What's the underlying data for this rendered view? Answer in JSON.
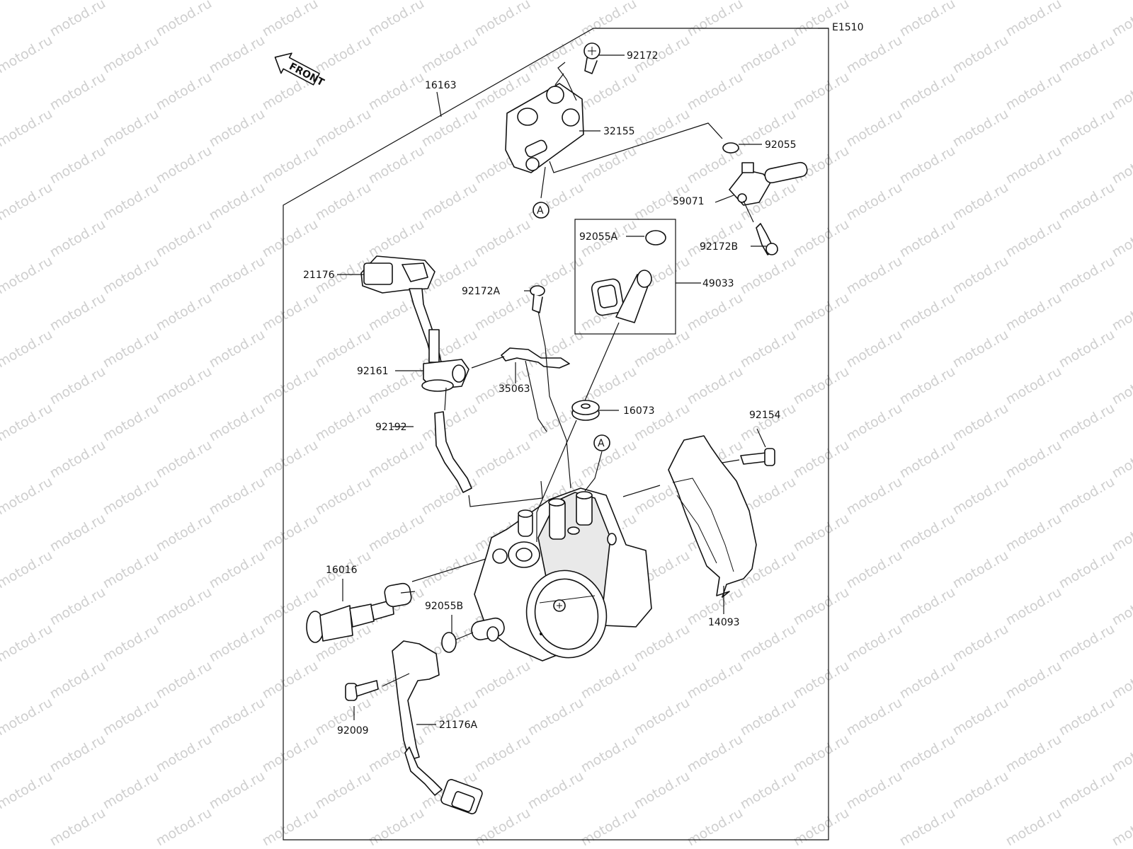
{
  "diagram": {
    "code": "E1510",
    "front_label": "FRONT",
    "ref_mark": "A",
    "watermark": "motod.ru",
    "parts": {
      "p92172": "92172",
      "p16163": "16163",
      "p32155": "32155",
      "p92055": "92055",
      "p59071": "59071",
      "p92172B": "92172B",
      "p92055A": "92055A",
      "p49033": "49033",
      "p21176": "21176",
      "p92172A": "92172A",
      "p92161": "92161",
      "p35063": "35063",
      "p16073": "16073",
      "p92192": "92192",
      "p92154": "92154",
      "p16016": "16016",
      "p92055B": "92055B",
      "p14093": "14093",
      "p92009": "92009",
      "p21176A": "21176A"
    }
  }
}
